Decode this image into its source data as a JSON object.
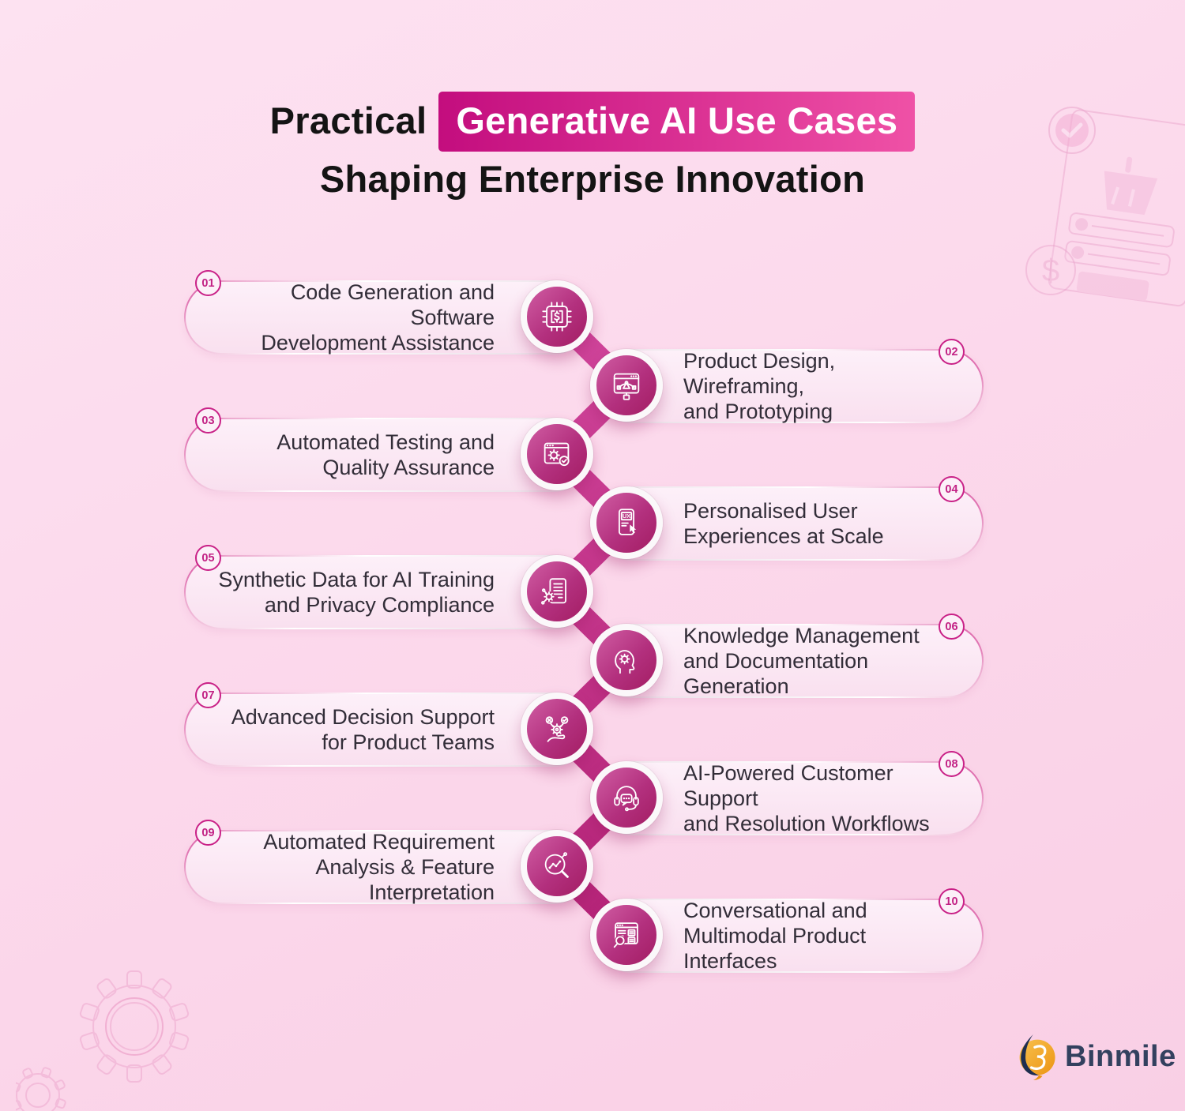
{
  "title": {
    "prefix": "Practical",
    "highlight": "Generative AI Use Cases",
    "line2": "Shaping Enterprise Innovation"
  },
  "items": [
    {
      "number": "01",
      "line1": "Code Generation and Software",
      "line2": "Development Assistance",
      "icon": "chip-dollar-icon",
      "side": "left"
    },
    {
      "number": "02",
      "line1": "Product Design, Wireframing,",
      "line2": "and Prototyping",
      "icon": "wireframe-pen-icon",
      "side": "right"
    },
    {
      "number": "03",
      "line1": "Automated Testing and",
      "line2": "Quality Assurance",
      "icon": "testing-gear-check-icon",
      "side": "left"
    },
    {
      "number": "04",
      "line1": "Personalised User",
      "line2": "Experiences at Scale",
      "icon": "ux-phone-icon",
      "side": "right"
    },
    {
      "number": "05",
      "line1": "Synthetic Data for AI Training",
      "line2": "and Privacy Compliance",
      "icon": "synthetic-data-doc-icon",
      "side": "left"
    },
    {
      "number": "06",
      "line1": "Knowledge Management",
      "line2": "and Documentation Generation",
      "icon": "knowledge-head-gear-icon",
      "side": "right"
    },
    {
      "number": "07",
      "line1": "Advanced Decision Support",
      "line2": "for Product Teams",
      "icon": "decision-hand-gear-icon",
      "side": "left"
    },
    {
      "number": "08",
      "line1": "AI-Powered Customer Support",
      "line2": "and Resolution Workflows",
      "icon": "headset-chat-icon",
      "side": "right"
    },
    {
      "number": "09",
      "line1": "Automated Requirement",
      "line2": "Analysis & Feature Interpretation",
      "icon": "magnifier-chart-icon",
      "side": "left"
    },
    {
      "number": "10",
      "line1": "Conversational and",
      "line2": "Multimodal Product Interfaces",
      "icon": "browser-search-icon",
      "side": "right"
    }
  ],
  "logo": {
    "text": "Binmile"
  },
  "colors": {
    "accent": "#c92187",
    "ribbon": "#c9368f",
    "circle_gradient": [
      "#d05da3",
      "#a31d63"
    ],
    "highlight_gradient": [
      "#c30d7e",
      "#ef51a6"
    ],
    "page_background": [
      "#fde2f1",
      "#f9cfe5"
    ],
    "pill_background": [
      "#fdf0f9",
      "#f9e0ef"
    ],
    "text": "#322d38",
    "logo_navy": "#33415f",
    "logo_orange": "#f0a232"
  }
}
